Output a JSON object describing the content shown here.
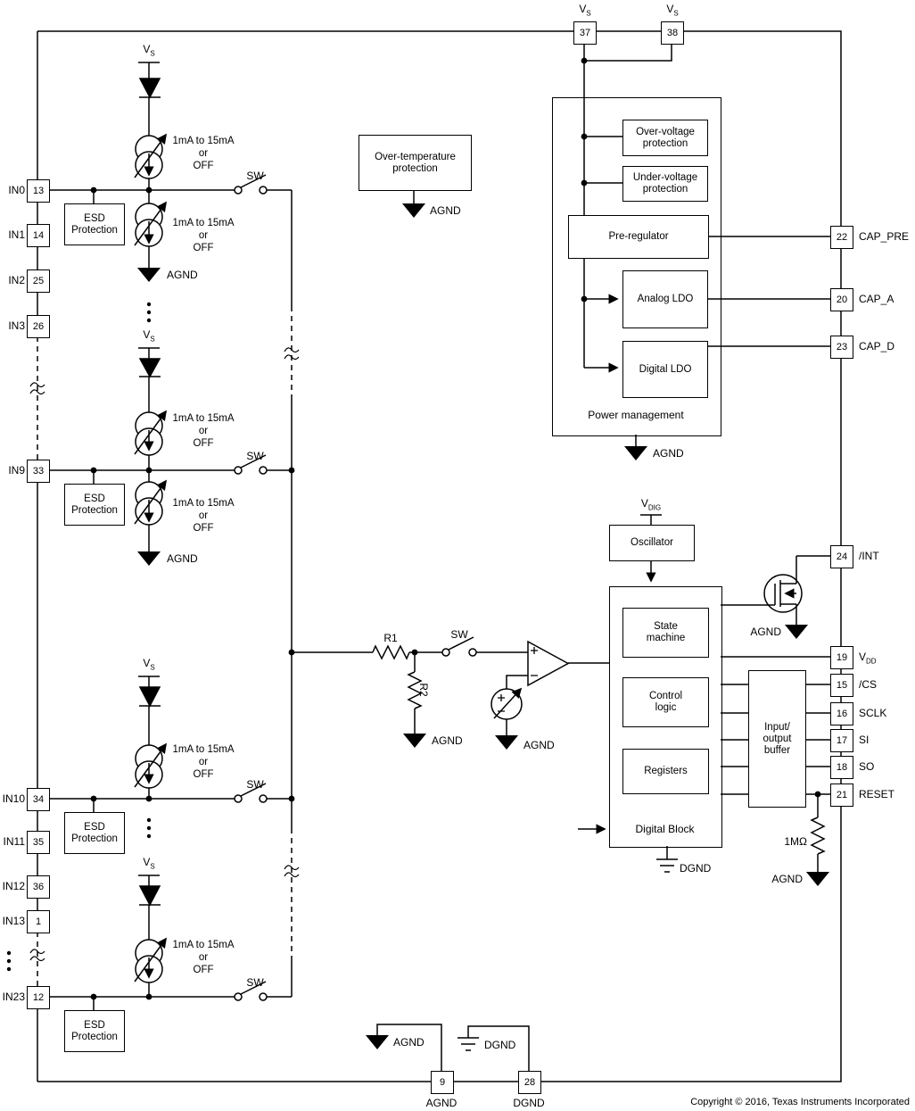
{
  "pins": {
    "left": [
      {
        "name": "IN0",
        "num": "13"
      },
      {
        "name": "IN1",
        "num": "14"
      },
      {
        "name": "IN2",
        "num": "25"
      },
      {
        "name": "IN3",
        "num": "26"
      },
      {
        "name": "IN9",
        "num": "33"
      },
      {
        "name": "IN10",
        "num": "34"
      },
      {
        "name": "IN11",
        "num": "35"
      },
      {
        "name": "IN12",
        "num": "36"
      },
      {
        "name": "IN13",
        "num": "1"
      },
      {
        "name": "IN23",
        "num": "12"
      }
    ],
    "top": [
      {
        "num": "37"
      },
      {
        "num": "38"
      }
    ],
    "right": [
      {
        "num": "22",
        "name": "CAP_PRE"
      },
      {
        "num": "20",
        "name": "CAP_A"
      },
      {
        "num": "23",
        "name": "CAP_D"
      },
      {
        "num": "24",
        "name": "/INT"
      },
      {
        "num": "19",
        "name": "VDD",
        "base": "V",
        "sub": "DD"
      },
      {
        "num": "15",
        "name": "/CS"
      },
      {
        "num": "16",
        "name": "SCLK"
      },
      {
        "num": "17",
        "name": "SI"
      },
      {
        "num": "18",
        "name": "SO"
      },
      {
        "num": "21",
        "name": "RESET"
      }
    ],
    "bottom": [
      {
        "num": "9",
        "name": "AGND"
      },
      {
        "num": "28",
        "name": "DGND"
      }
    ]
  },
  "supply": {
    "vs_base": "V",
    "vs_sub": "S",
    "vdig_base": "V",
    "vdig_sub": "DIG"
  },
  "blocks": {
    "over_temp_l1": "Over-temperature",
    "over_temp_l2": "protection",
    "power_management": "Power management",
    "over_voltage_l1": "Over-voltage",
    "over_voltage_l2": "protection",
    "under_voltage_l1": "Under-voltage",
    "under_voltage_l2": "protection",
    "pre_regulator": "Pre-regulator",
    "analog_ldo": "Analog LDO",
    "digital_ldo": "Digital LDO",
    "oscillator": "Oscillator",
    "digital_block": "Digital Block",
    "state_machine_l1": "State",
    "state_machine_l2": "machine",
    "control_logic_l1": "Control",
    "control_logic_l2": "logic",
    "registers": "Registers",
    "io_buffer_l1": "Input/",
    "io_buffer_l2": "output",
    "io_buffer_l3": "buffer",
    "esd_l1": "ESD",
    "esd_l2": "Protection"
  },
  "labels": {
    "current_source_l1": "1mA to 15mA",
    "current_source_l2": "or",
    "current_source_l3": "OFF",
    "sw": "SW",
    "r1": "R1",
    "r2": "R2",
    "reset_pullup": "1MΩ",
    "agnd": "AGND",
    "dgnd": "DGND"
  },
  "footer": {
    "copyright": "Copyright © 2016, Texas Instruments Incorporated"
  }
}
